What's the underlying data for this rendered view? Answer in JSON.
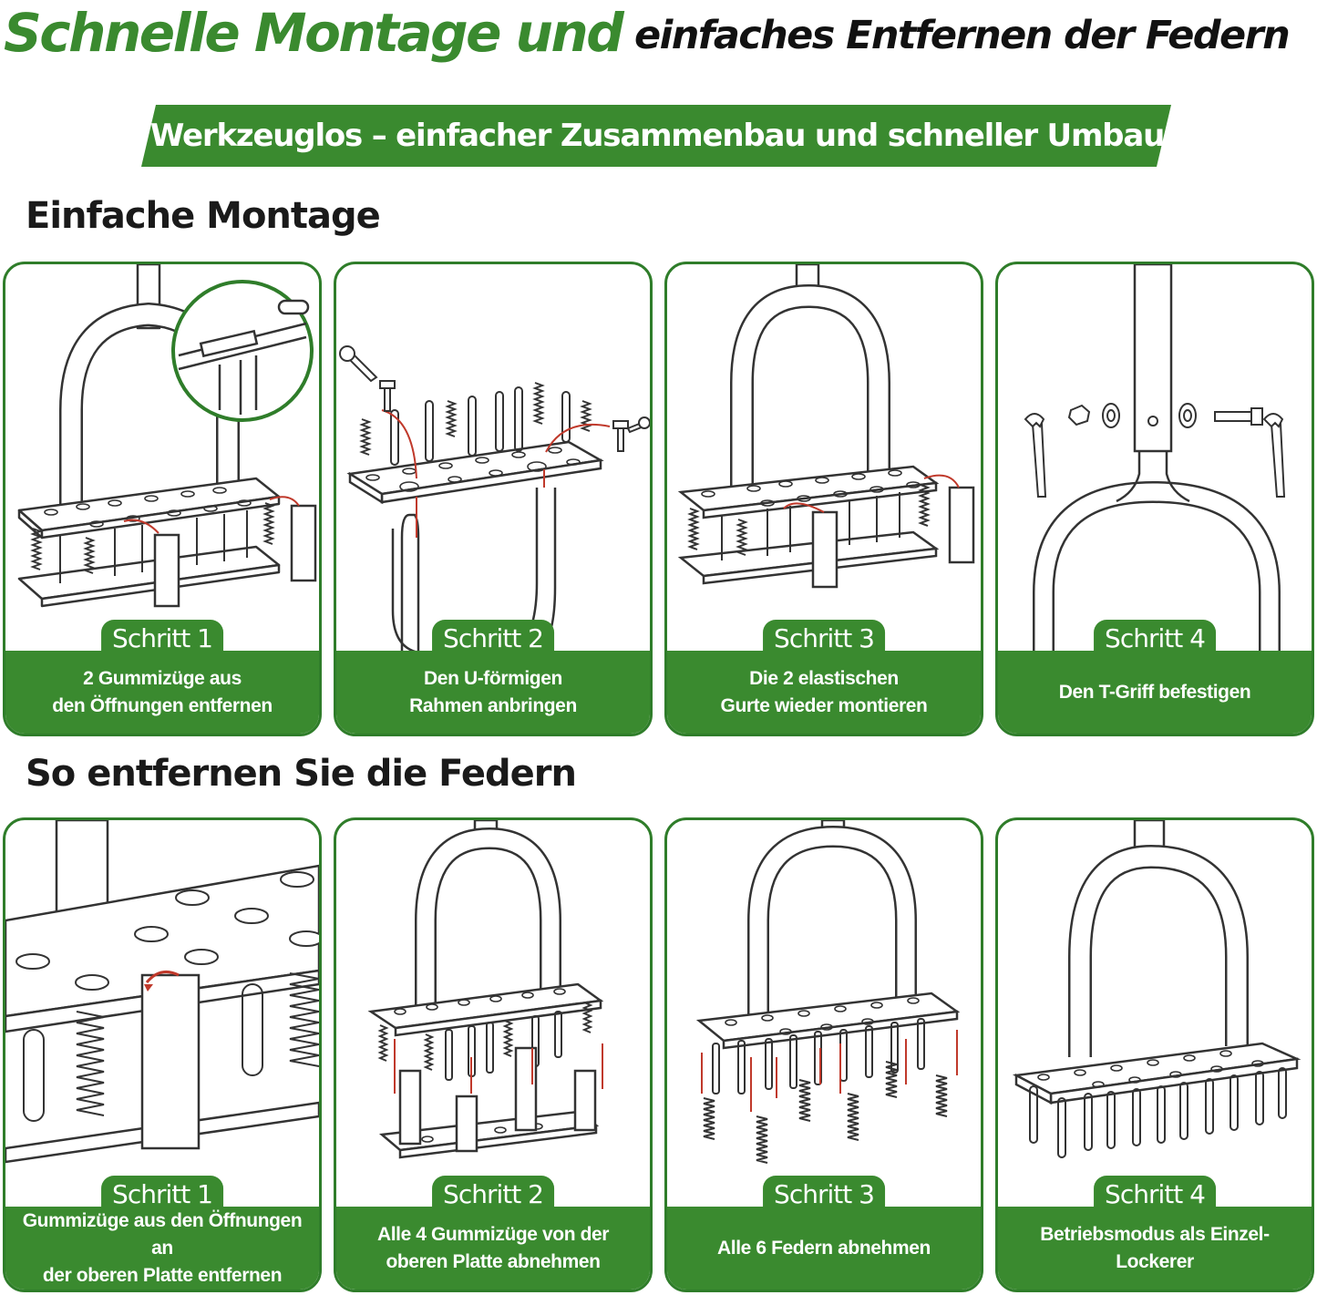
{
  "title": {
    "green": "Schnelle Montage und",
    "black": "einfaches Entfernen der Federn"
  },
  "banner": "Werkzeuglos – einfacher Zusammenbau und schneller Umbau",
  "section1": {
    "heading": "Einfache Montage",
    "steps": [
      {
        "label": "Schritt 1",
        "text": "2 Gummizüge aus\nden Öffnungen entfernen"
      },
      {
        "label": "Schritt 2",
        "text": "Den U-förmigen\nRahmen anbringen"
      },
      {
        "label": "Schritt 3",
        "text": "Die 2 elastischen\nGurte wieder montieren"
      },
      {
        "label": "Schritt 4",
        "text": "Den T-Griff befestigen"
      }
    ]
  },
  "section2": {
    "heading": "So entfernen Sie die Federn",
    "steps": [
      {
        "label": "Schritt 1",
        "text": "Gummizüge aus den Öffnungen an\nder oberen Platte entfernen"
      },
      {
        "label": "Schritt 2",
        "text": "Alle 4 Gummizüge von der\noberen Platte abnehmen"
      },
      {
        "label": "Schritt 3",
        "text": "Alle 6 Federn abnehmen"
      },
      {
        "label": "Schritt 4",
        "text": "Betriebsmodus als Einzel-Lockerer"
      }
    ]
  },
  "colors": {
    "green": "#3a8a2f",
    "border": "#2f7d2a",
    "arrow": "#c0392b"
  },
  "icons": [
    "wrench-icon",
    "bolt-icon",
    "nut-icon",
    "washer-icon",
    "spring-icon",
    "down-arrow-icon"
  ]
}
